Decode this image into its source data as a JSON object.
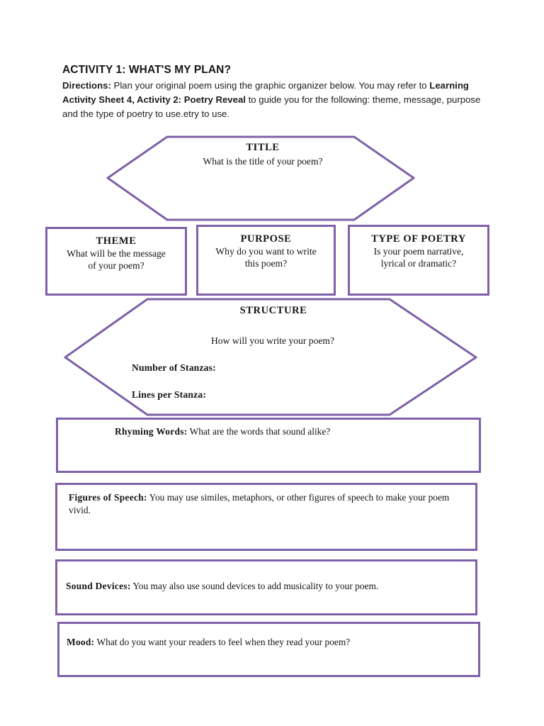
{
  "document": {
    "activity_title": "ACTIVITY 1: WHAT'S MY PLAN?",
    "directions_label": "Directions:",
    "directions_part1": " Plan your original poem using the graphic organizer below. You may refer to ",
    "directions_bold_ref": "Learning Activity Sheet 4, Activity 2: Poetry Reveal",
    "directions_part2": " to guide you for the following: theme, message, purpose and the type of poetry to use.etry to use."
  },
  "colors": {
    "border_purple": "#7e61a8",
    "text_black": "#141414",
    "page_background": "#ffffff"
  },
  "organizer": {
    "title_hex": {
      "heading": "TITLE",
      "question": "What is the title of your poem?"
    },
    "theme_box": {
      "heading": "THEME",
      "question_line1": "What will be the message",
      "question_line2": "of your poem?"
    },
    "purpose_box": {
      "heading": "PURPOSE",
      "question_line1": "Why do you want to write",
      "question_line2": "this poem?"
    },
    "type_box": {
      "heading": "TYPE OF POETRY",
      "question_line1": "Is your poem narrative,",
      "question_line2": "lyrical or dramatic?"
    },
    "structure_hex": {
      "heading": "STRUCTURE",
      "question": "How will you write your poem?",
      "field_stanzas": "Number of Stanzas:",
      "field_lines": "Lines per Stanza:"
    },
    "rhyming_box": {
      "label": "Rhyming Words:",
      "text": "  What are the words that sound alike?"
    },
    "figures_box": {
      "label": "Figures of Speech:",
      "text": " You may use similes, metaphors, or other figures of speech to make your poem vivid."
    },
    "sound_box": {
      "label": "Sound Devices:",
      "text": " You may also use sound devices to add musicality to your poem."
    },
    "mood_box": {
      "label": "Mood:",
      "text": " What do you want your readers to feel when they read your poem?"
    }
  }
}
